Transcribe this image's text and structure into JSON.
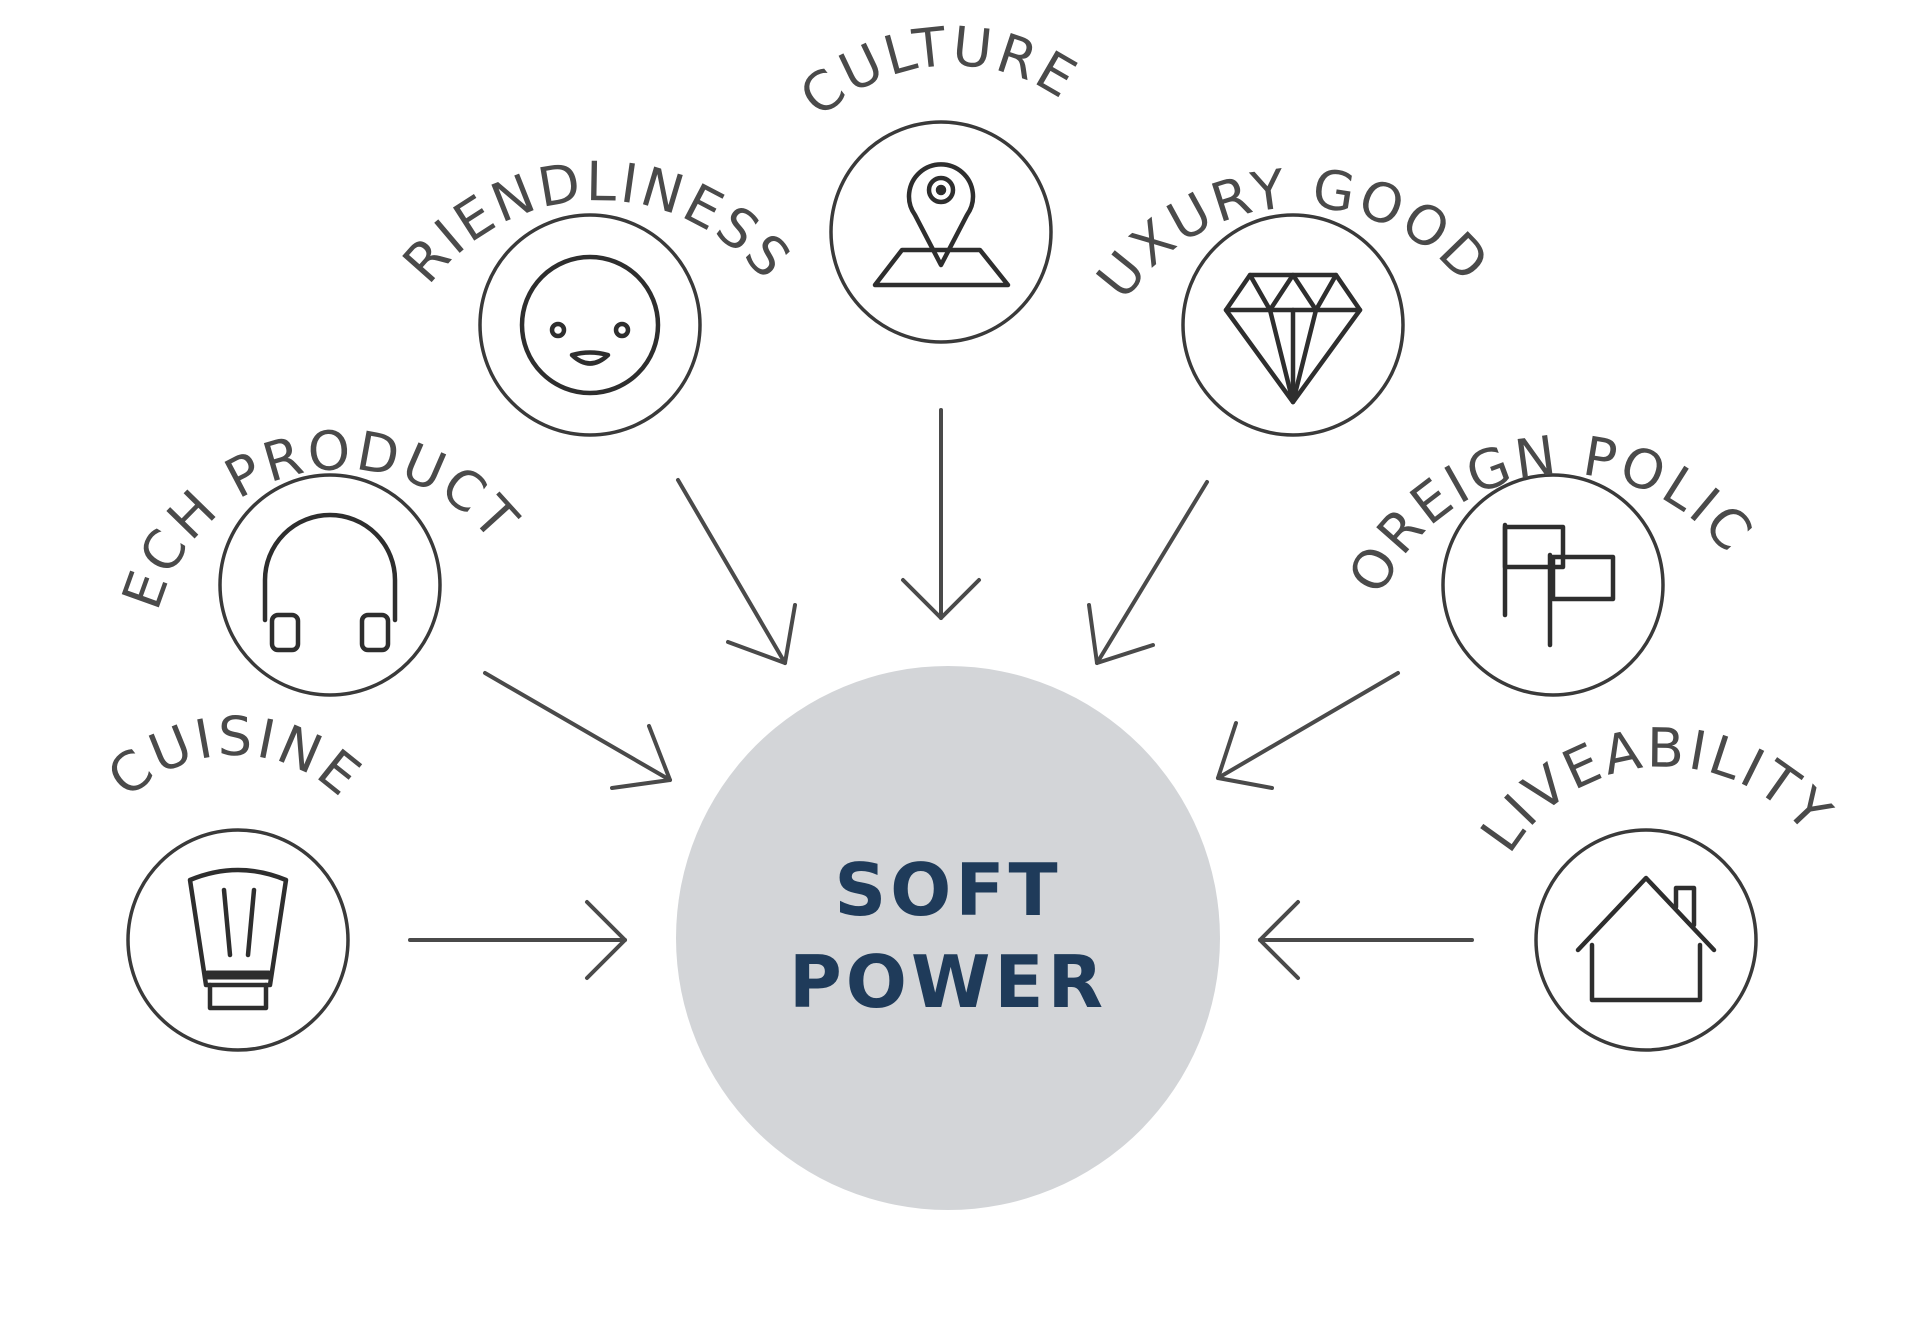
{
  "center": {
    "line1": "SOFT",
    "line2": "POWER"
  },
  "nodes": [
    {
      "key": "cuisine",
      "label": "CUISINE",
      "icon": "chef-hat-icon"
    },
    {
      "key": "tech-products",
      "label": "TECH PRODUCTS",
      "icon": "headphones-icon"
    },
    {
      "key": "friendliness",
      "label": "FRIENDLINESS",
      "icon": "smiley-face-icon"
    },
    {
      "key": "culture",
      "label": "CULTURE",
      "icon": "map-pin-icon"
    },
    {
      "key": "luxury-goods",
      "label": "LUXURY GOODS",
      "icon": "diamond-icon"
    },
    {
      "key": "foreign-policy",
      "label": "FOREIGN POLICY",
      "icon": "flags-icon"
    },
    {
      "key": "liveability",
      "label": "LIVEABILITY",
      "icon": "house-icon"
    }
  ],
  "colors": {
    "center_fill": "#d3d5d8",
    "center_text": "#1f3b5a",
    "stroke": "#3a3a3a",
    "label": "#4a4a4a"
  }
}
